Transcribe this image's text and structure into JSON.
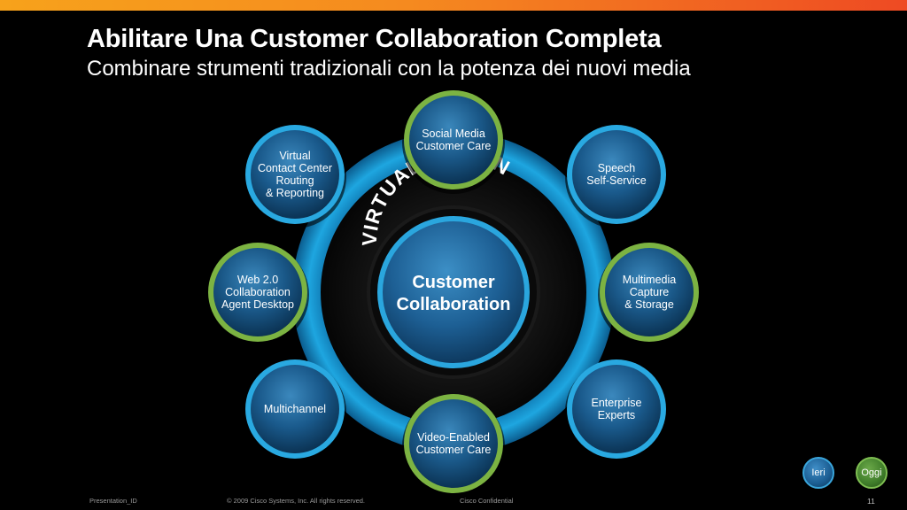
{
  "slide": {
    "title": "Abilitare Una Customer Collaboration Completa",
    "subtitle": "Combinare strumenti tradizionali con la potenza dei nuovi media"
  },
  "diagram": {
    "center": [
      "Customer",
      "Collaboration"
    ],
    "ring_text": "VIRTUALIZATION",
    "nodes": [
      {
        "id": "social-media",
        "lines": [
          "Social Media",
          "Customer Care"
        ],
        "color": "green"
      },
      {
        "id": "speech",
        "lines": [
          "Speech",
          "Self-Service"
        ],
        "color": "blue"
      },
      {
        "id": "multimedia",
        "lines": [
          "Multimedia",
          "Capture",
          "& Storage"
        ],
        "color": "green"
      },
      {
        "id": "enterprise-experts",
        "lines": [
          "Enterprise",
          "Experts"
        ],
        "color": "blue"
      },
      {
        "id": "video-enabled",
        "lines": [
          "Video-Enabled",
          "Customer Care"
        ],
        "color": "green"
      },
      {
        "id": "multichannel",
        "lines": [
          "Multichannel"
        ],
        "color": "blue"
      },
      {
        "id": "web20",
        "lines": [
          "Web 2.0",
          "Collaboration",
          "Agent Desktop"
        ],
        "color": "green"
      },
      {
        "id": "virtual-contact-center",
        "lines": [
          "Virtual",
          "Contact Center",
          "Routing",
          "& Reporting"
        ],
        "color": "blue"
      }
    ]
  },
  "nav": {
    "ieri": "Ieri",
    "oggi": "Oggi"
  },
  "footer": {
    "presentation_id": "Presentation_ID",
    "copyright": "© 2009 Cisco Systems, Inc. All rights reserved.",
    "confidential": "Cisco Confidential",
    "page_number": "11"
  },
  "colors": {
    "blue_accent": "#29a9e1",
    "green_accent": "#7cb342",
    "top_bar_start": "#f7a21b",
    "top_bar_end": "#ee4a23"
  }
}
